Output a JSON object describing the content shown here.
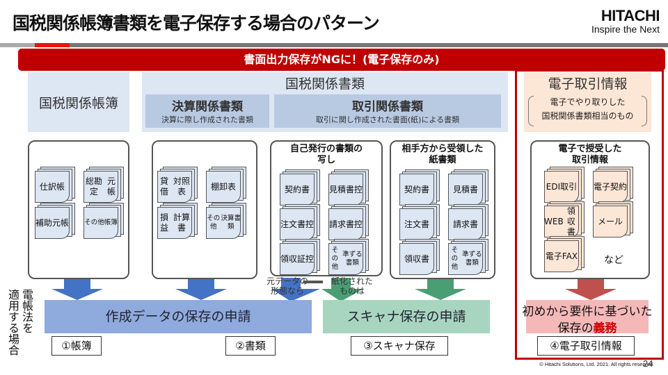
{
  "header": {
    "title": "国税関係帳簿書類を電子保存する場合のパターン",
    "brand": "HITACHI",
    "tagline": "Inspire the Next"
  },
  "banner": {
    "text": "書面出力保存がNGに！(電子保存のみ)"
  },
  "categories": {
    "ledgers": {
      "label": "国税関係帳簿"
    },
    "documents": {
      "label": "国税関係書類",
      "settlement": {
        "title": "決算関係書類",
        "desc": "決算に際し作成された書類"
      },
      "transaction": {
        "title": "取引関係書類",
        "desc": "取引に関し作成された書面(紙)による書類"
      }
    },
    "electronic": {
      "label": "電子取引情報",
      "desc_line1": "電子でやり取りした",
      "desc_line2": "国税関係書類相当のもの"
    }
  },
  "groups": {
    "ledgers": {
      "items": [
        {
          "l1": "仕訳帳",
          "l2": ""
        },
        {
          "l1": "総勘定",
          "l2": "元帳"
        },
        {
          "l1": "補助",
          "l2": "元帳"
        },
        {
          "l1": "その他",
          "l2": "帳簿"
        }
      ]
    },
    "settlement": {
      "items": [
        {
          "l1": "貸借",
          "l2": "対照表"
        },
        {
          "l1": "棚卸表",
          "l2": ""
        },
        {
          "l1": "損益",
          "l2": "計算書"
        },
        {
          "l1": "その他",
          "l2": "決算書類"
        }
      ]
    },
    "self_issued": {
      "title_line1": "自己発行の書類の",
      "title_line2": "写し",
      "items": [
        {
          "l1": "契約書",
          "l2": ""
        },
        {
          "l1": "見積書",
          "l2": "控"
        },
        {
          "l1": "注文書",
          "l2": "控"
        },
        {
          "l1": "請求書",
          "l2": "控"
        },
        {
          "l1": "領収証",
          "l2": "控"
        },
        {
          "l1": "その他",
          "l2": "準ずる書類"
        }
      ]
    },
    "received": {
      "title_line1": "相手方から受領した",
      "title_line2": "紙書類",
      "items": [
        {
          "l1": "契約書",
          "l2": ""
        },
        {
          "l1": "見積書",
          "l2": ""
        },
        {
          "l1": "注文書",
          "l2": ""
        },
        {
          "l1": "請求書",
          "l2": ""
        },
        {
          "l1": "領収書",
          "l2": ""
        },
        {
          "l1": "その他",
          "l2": "準ずる書類"
        }
      ]
    },
    "electronic": {
      "title_line1": "電子で授受した",
      "title_line2": "取引情報",
      "items": [
        {
          "l1": "EDI",
          "l2": "取引"
        },
        {
          "l1": "電子",
          "l2": "契約"
        },
        {
          "l1": "WEB",
          "l2": "領収書"
        },
        {
          "l1": "メール",
          "l2": ""
        },
        {
          "l1": "電子",
          "l2": "FAX"
        }
      ],
      "etc": "など"
    }
  },
  "notes": {
    "original_data_l1": "元データの",
    "original_data_l2": "形態なら",
    "papered_l1": "紙化された",
    "papered_l2": "ものは"
  },
  "applications": {
    "created_data": "作成データの保存の申請",
    "scanner": "スキャナ保存の申請",
    "electronic_l1": "初めから要件に基づいた",
    "electronic_l2a": "保存の",
    "electronic_l2b": "義務"
  },
  "tags": {
    "t1": "①帳簿",
    "t2": "②書類",
    "t3": "③スキャナ保存",
    "t4": "④電子取引情報"
  },
  "side_label": {
    "col1": "電帳法を",
    "col2": "適用する場合"
  },
  "footer": {
    "copyright": "© Hitachi Solutions, Ltd. 2021. All rights reserved.",
    "page": "24"
  },
  "colors": {
    "accent_red": "#c00000",
    "blue_category": "#dde6f3",
    "blue_sub": "#b8c9e2",
    "blue_arrow": "#4472c4",
    "blue_bar": "#8faadc",
    "green_arrow": "#4a9e74",
    "green_bar": "#a8d5bf",
    "red_arrow": "#c0504d",
    "pink_bar": "#f4b8b8",
    "orange_category": "#fce6d6"
  }
}
